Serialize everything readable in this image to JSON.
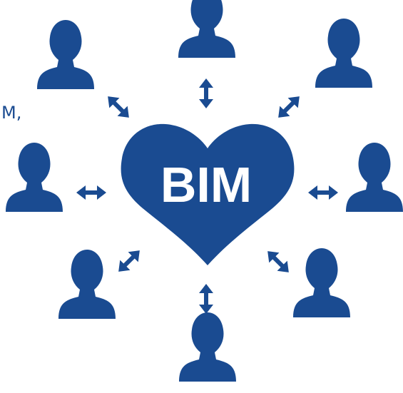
{
  "diagram": {
    "center_label": "BIM",
    "left_fragment": "M,",
    "colors": {
      "primary": "#1a4b91",
      "center_text": "#ffffff",
      "background": "#ffffff"
    },
    "nodes": [
      {
        "id": "person-top",
        "icon": "person-icon"
      },
      {
        "id": "person-top-right",
        "icon": "person-icon"
      },
      {
        "id": "person-right",
        "icon": "person-icon"
      },
      {
        "id": "person-bottom-right",
        "icon": "person-icon"
      },
      {
        "id": "person-bottom",
        "icon": "person-icon"
      },
      {
        "id": "person-bottom-left",
        "icon": "person-icon"
      },
      {
        "id": "person-left",
        "icon": "person-icon"
      },
      {
        "id": "person-top-left",
        "icon": "person-icon"
      }
    ],
    "connector_icon": "double-arrow-icon",
    "center_icon": "heart-icon"
  }
}
